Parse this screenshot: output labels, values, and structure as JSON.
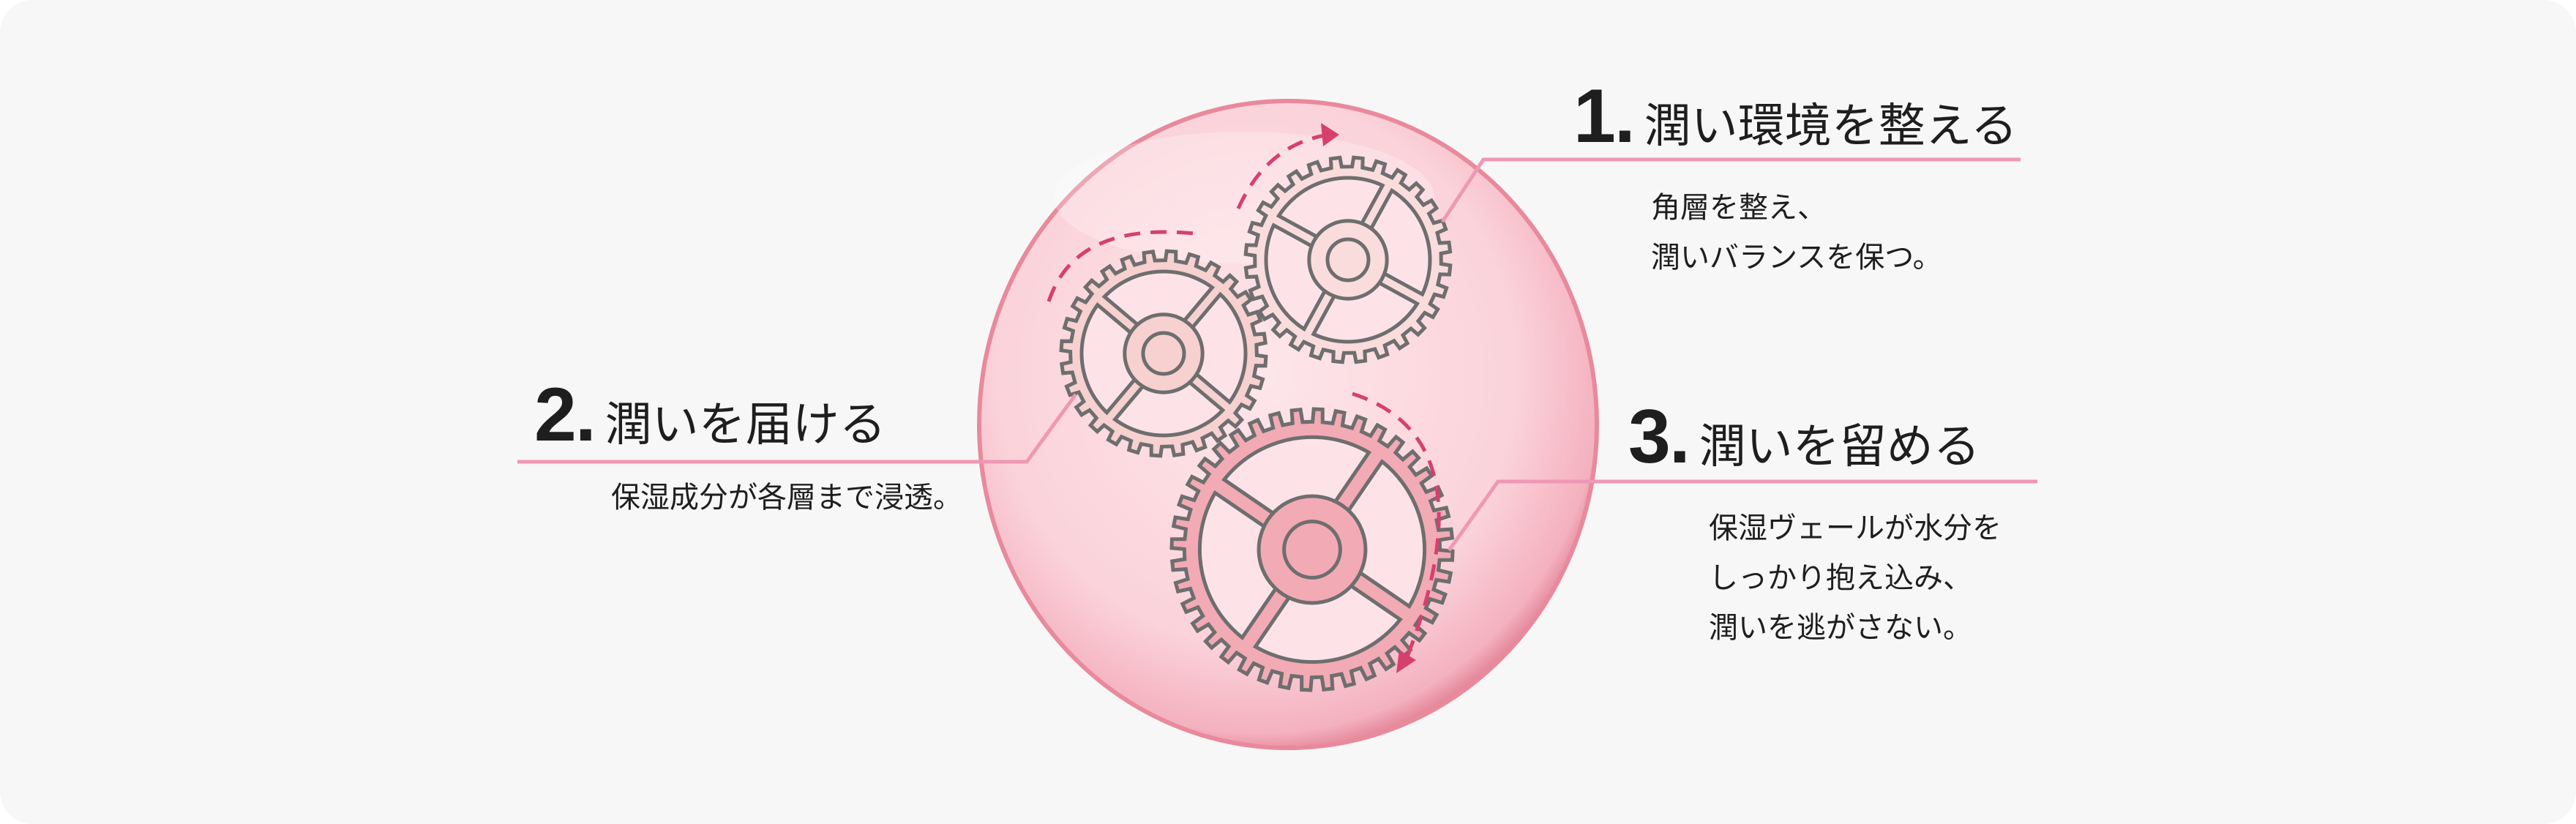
{
  "colors": {
    "line": "#ef98b3",
    "arrow": "#d6406e",
    "gear_outline": "#6e6e6e",
    "gear_light": "#f7d0d0",
    "gear_dark": "#f2aab5",
    "bubble": "#fbd6dc",
    "bubble_edge": "#e47f92"
  },
  "points": [
    {
      "number": "1.",
      "title": "潤い環境を整える",
      "desc": [
        "角層を整え、",
        "潤いバランスを保つ。"
      ]
    },
    {
      "number": "2.",
      "title": "潤いを届ける",
      "desc": [
        "保湿成分が各層まで浸透。"
      ]
    },
    {
      "number": "3.",
      "title": "潤いを留める",
      "desc": [
        "保湿ヴェールが水分を",
        "しっかり抱え込み、",
        "潤いを逃がさない。"
      ]
    }
  ]
}
